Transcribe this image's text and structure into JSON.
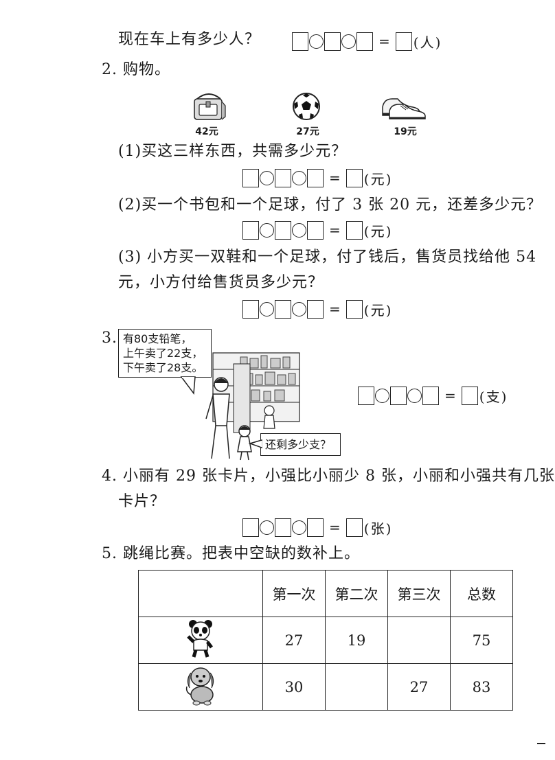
{
  "top": {
    "question": "现在车上有多少人？",
    "unit": "(人)"
  },
  "shopping": {
    "title": "2. 购物。",
    "items": [
      {
        "name": "bag",
        "price": "42元"
      },
      {
        "name": "football",
        "price": "27元"
      },
      {
        "name": "shoes",
        "price": "19元"
      }
    ],
    "q1": "(1)买这三样东西，共需多少元？",
    "q2": "(2)买一个书包和一个足球，付了 3 张 20 元，还差多少元？",
    "q3_line1": "(3) 小方买一双鞋和一个足球，付了钱后，售货员找给他 54",
    "q3_line2": "元，小方付给售货员多少元？",
    "unit": "(元)"
  },
  "pencils": {
    "number": "3.",
    "bubble_lines": [
      "有80支铅笔，",
      "上午卖了22支，",
      "下午卖了28支。"
    ],
    "child_question": "还剩多少支？",
    "unit": "(支)"
  },
  "cards": {
    "line1": "4. 小丽有 29 张卡片，小强比小丽少 8 张，小丽和小强共有几张",
    "line2": "卡片？",
    "unit": "(张)"
  },
  "rope": {
    "title": "5. 跳绳比赛。把表中空缺的数补上。",
    "headers": [
      "",
      "第一次",
      "第二次",
      "第三次",
      "总数"
    ],
    "rows": [
      {
        "icon": "panda-icon",
        "values": [
          "27",
          "19",
          "",
          "75"
        ]
      },
      {
        "icon": "puppy-icon",
        "values": [
          "30",
          "",
          "27",
          "83"
        ]
      }
    ]
  },
  "equals_sign": "="
}
